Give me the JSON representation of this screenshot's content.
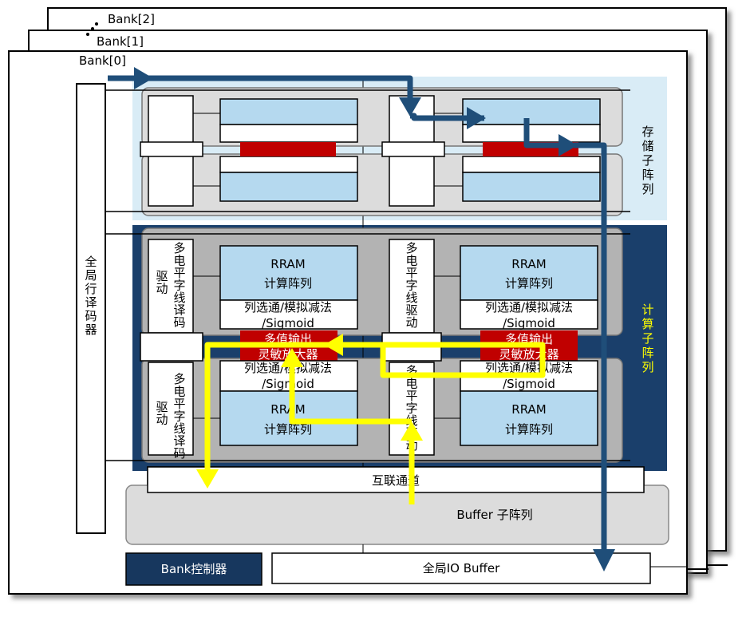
{
  "banks": {
    "bank2": "Bank[2]",
    "bank1": "Bank[1]",
    "bank0": "Bank[0]"
  },
  "global_row_decoder": "全局行译码器",
  "storage_subarray": "存储子阵列",
  "compute_subarray": "计算子阵列",
  "rram_array": "RRAM计算阵列",
  "col_select": "列选通/模拟减法/Sigmoid",
  "sense_amp": "多值输出灵敏放大器",
  "wordline_driver_left": "多电平字线译码驱动",
  "wordline_driver_right": "多电平字线驱动",
  "interconnect": "互联通道",
  "buffer_subarray": "Buffer 子阵列",
  "bank_controller": "Bank控制器",
  "global_io_buffer": "全局IO Buffer",
  "colors": {
    "storage_bg": "#d9ecf6",
    "compute_bg": "#1a3f6b",
    "gray_block": "#b3b3b3",
    "light_gray": "#dcdcdc",
    "rram_fill": "#b5d9ef",
    "red_block": "#c00000",
    "arrow_blue": "#1f4e79",
    "arrow_yellow": "#ffff00",
    "controller_fill": "#17375e",
    "compute_label": "#ffff00"
  }
}
